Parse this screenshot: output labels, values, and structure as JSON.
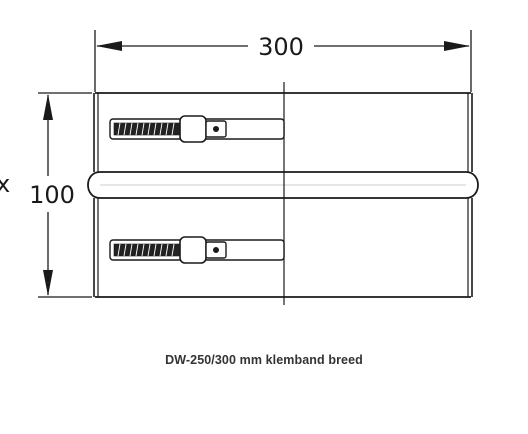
{
  "dimensions": {
    "width_label": "300",
    "height_label": "100",
    "side_mark": "x"
  },
  "caption": "DW-250/300 mm klemband breed",
  "colors": {
    "line": "#1a1a1a",
    "background": "#ffffff",
    "caption": "#333333"
  }
}
